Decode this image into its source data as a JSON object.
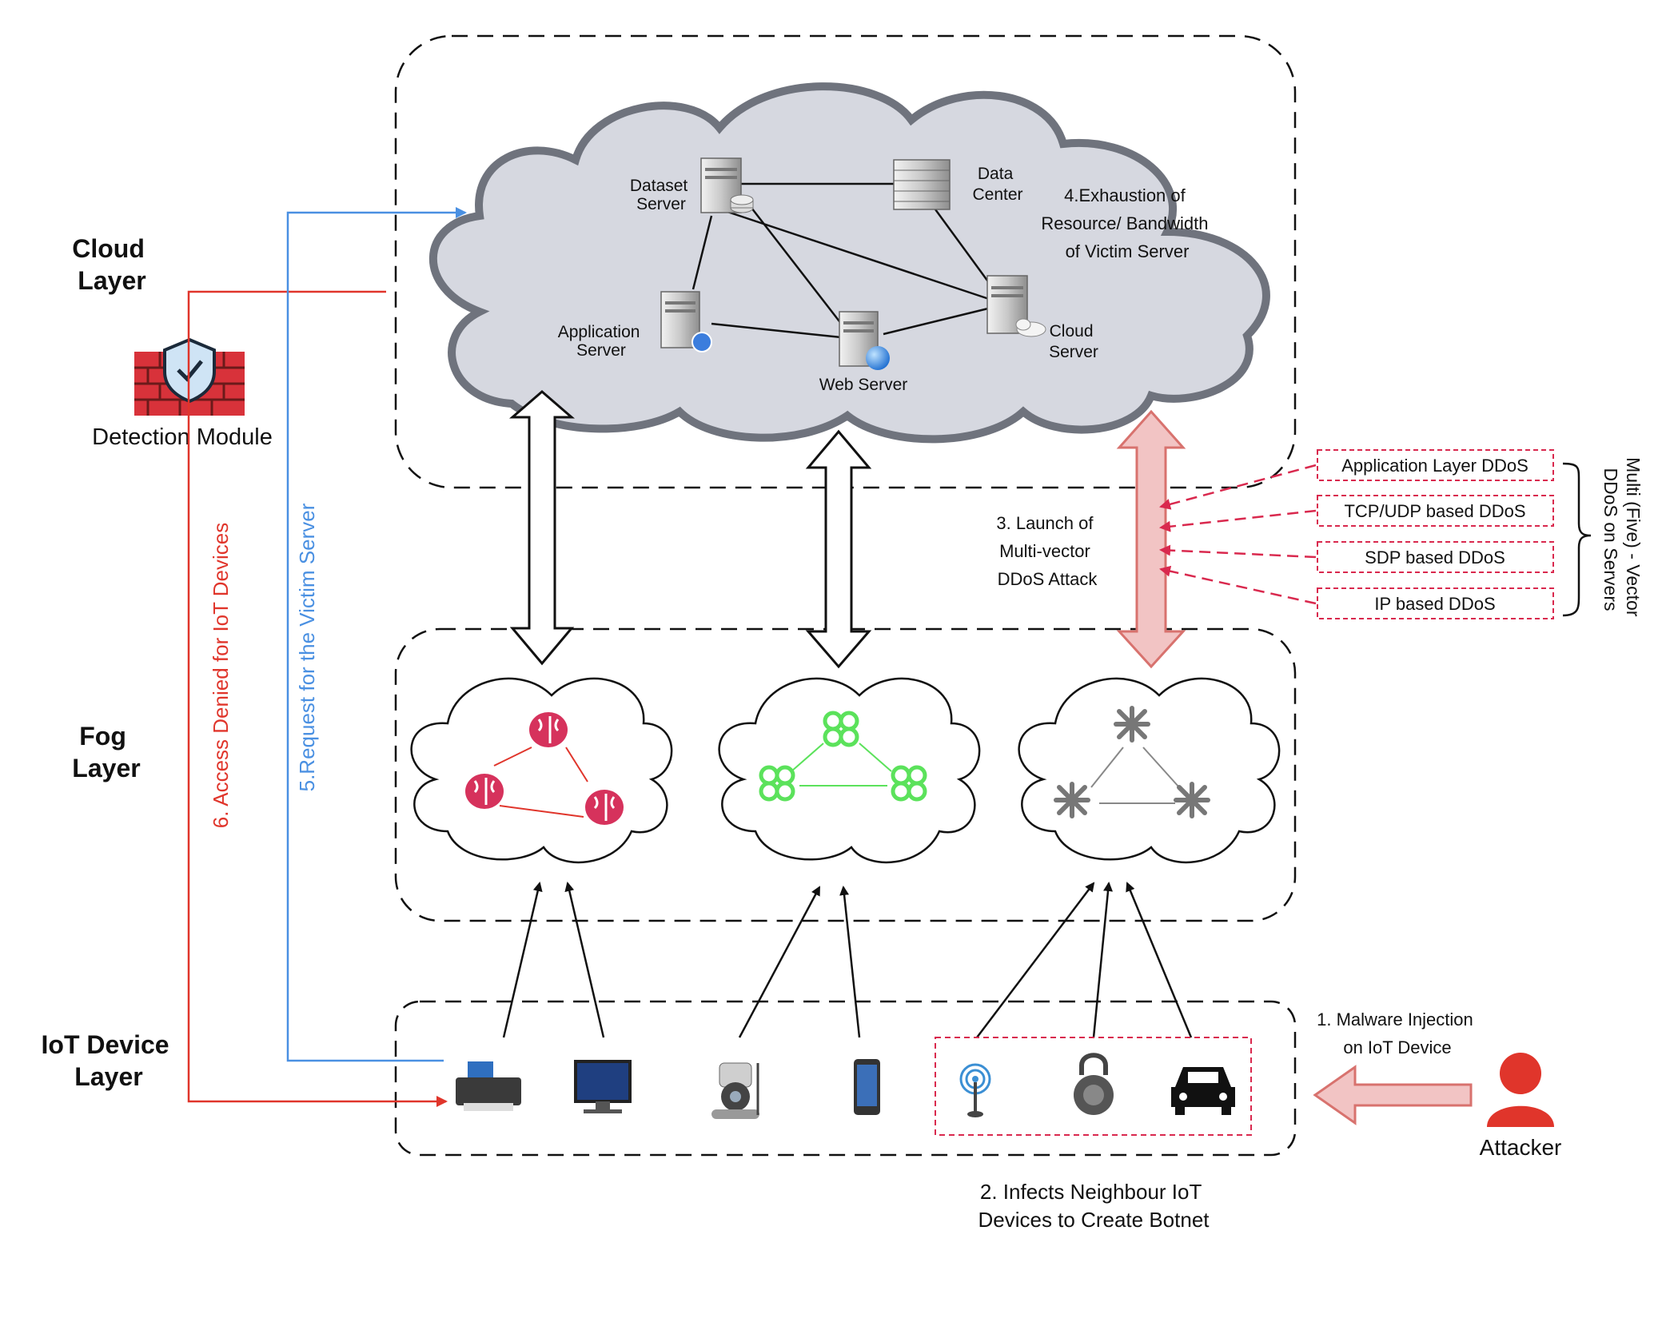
{
  "layers": {
    "cloud": [
      "Cloud",
      "Layer"
    ],
    "fog": [
      "Fog",
      "Layer"
    ],
    "iot": [
      "IoT Device",
      "Layer"
    ]
  },
  "detection_module": {
    "label": "Detection Module",
    "icon": "firewall-shield-icon"
  },
  "servers": {
    "dataset": [
      "Dataset",
      "Server"
    ],
    "data_center": [
      "Data",
      "Center"
    ],
    "application": [
      "Application",
      "Server"
    ],
    "web": "Web Server",
    "cloud": [
      "Cloud",
      "Server"
    ]
  },
  "steps": {
    "step1": [
      "1. Malware Injection",
      "on IoT Device"
    ],
    "step2": [
      "2. Infects Neighbour IoT",
      "Devices to Create Botnet"
    ],
    "step3": [
      "3. Launch of",
      "Multi-vector",
      "DDoS Attack"
    ],
    "step4": [
      "4.Exhaustion of",
      "Resource/ Bandwidth",
      "of Victim Server"
    ],
    "step5": "5.Request for the Victim Server",
    "step6": "6. Access Denied for IoT Devices"
  },
  "ddos_vectors": [
    "Application Layer DDoS",
    "TCP/UDP based DDoS",
    "SDP based DDoS",
    "IP based DDoS"
  ],
  "ddos_group_label": [
    "Multi (Five) - Vector",
    "DDoS on Servers"
  ],
  "attacker": {
    "label": "Attacker",
    "icon": "person-icon"
  },
  "iot_devices": [
    "printer-icon",
    "monitor-icon",
    "ip-camera-icon",
    "smartphone-icon",
    "wifi-antenna-icon",
    "smart-lock-icon",
    "car-icon"
  ],
  "fog_clouds": [
    {
      "icon": "brain-icon",
      "color": "#d6325c"
    },
    {
      "icon": "knot-icon",
      "color": "#5be25b"
    },
    {
      "icon": "asterisk-node-icon",
      "color": "#777777"
    }
  ],
  "colors": {
    "red_path": "#e0352b",
    "blue_path": "#4a90e2",
    "attack_pink": "#d9294e",
    "big_arrow_fill": "#f2c4c4",
    "cloud_fill": "#d6d8e0"
  }
}
